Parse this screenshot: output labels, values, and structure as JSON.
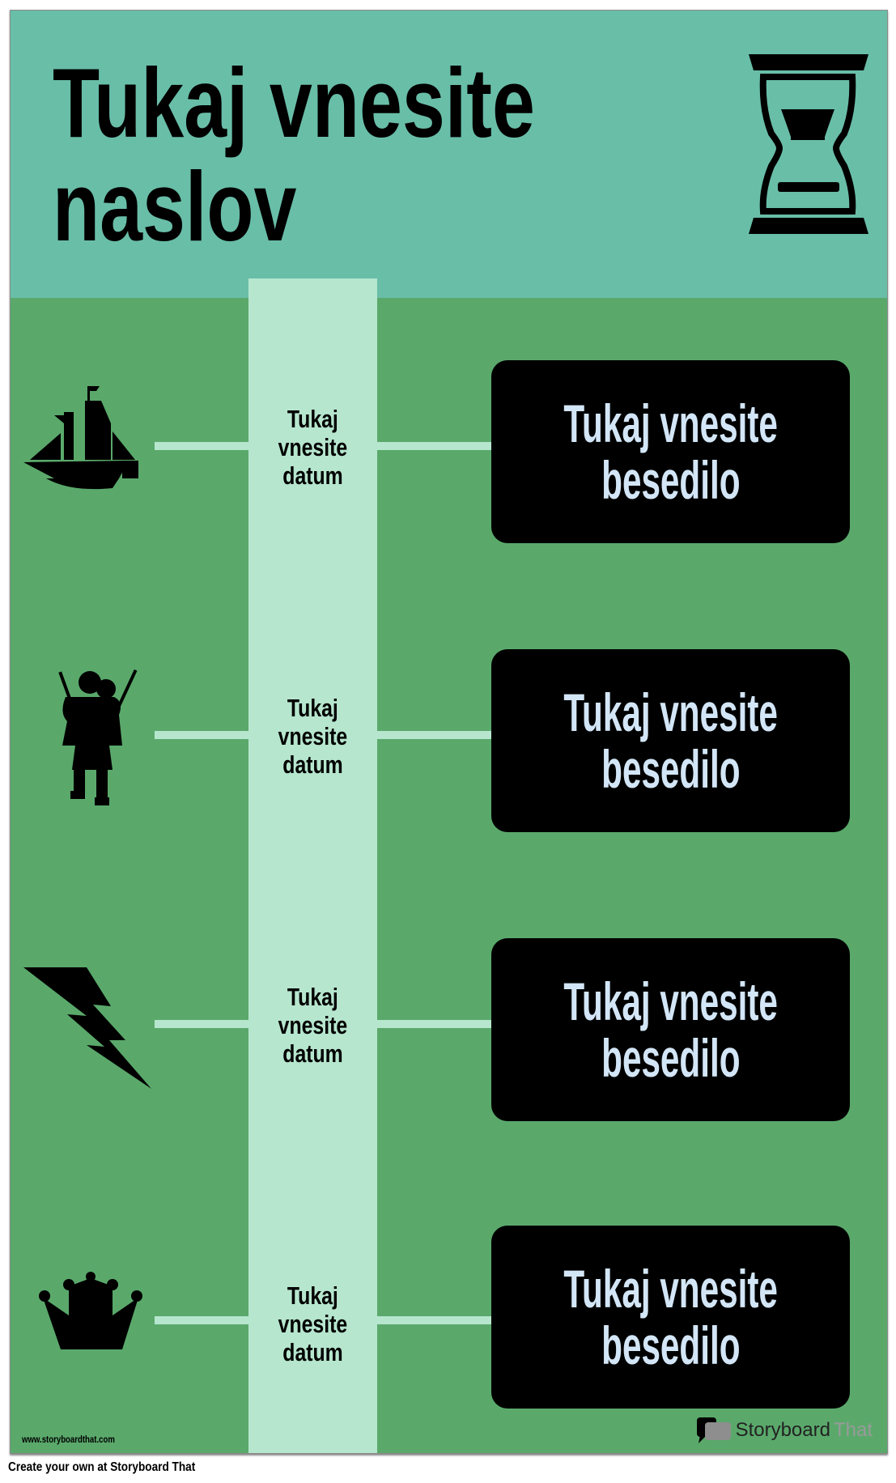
{
  "poster": {
    "title_line1": "Tukaj vnesite",
    "title_line2": "naslov",
    "header_icon": "hourglass-icon",
    "colors": {
      "header": "#69BEA8",
      "body": "#5AA96B",
      "column": "#B6E6CE",
      "box": "#000000",
      "box_text": "#D3E6F7"
    },
    "events": [
      {
        "icon": "ship-icon",
        "date": [
          "Tukaj",
          "vnesite",
          "datum"
        ],
        "text": [
          "Tukaj vnesite",
          "besedilo"
        ]
      },
      {
        "icon": "bagpiper-icon",
        "date": [
          "Tukaj",
          "vnesite",
          "datum"
        ],
        "text": [
          "Tukaj vnesite",
          "besedilo"
        ]
      },
      {
        "icon": "lightning-icon",
        "date": [
          "Tukaj",
          "vnesite",
          "datum"
        ],
        "text": [
          "Tukaj vnesite",
          "besedilo"
        ]
      },
      {
        "icon": "crown-icon",
        "date": [
          "Tukaj",
          "vnesite",
          "datum"
        ],
        "text": [
          "Tukaj vnesite",
          "besedilo"
        ]
      }
    ],
    "watermark_url": "www.storyboardthat.com",
    "logo": {
      "part1": "Storyboard",
      "part2": "That"
    }
  },
  "footer": {
    "text": "Create your own at Storyboard That"
  }
}
